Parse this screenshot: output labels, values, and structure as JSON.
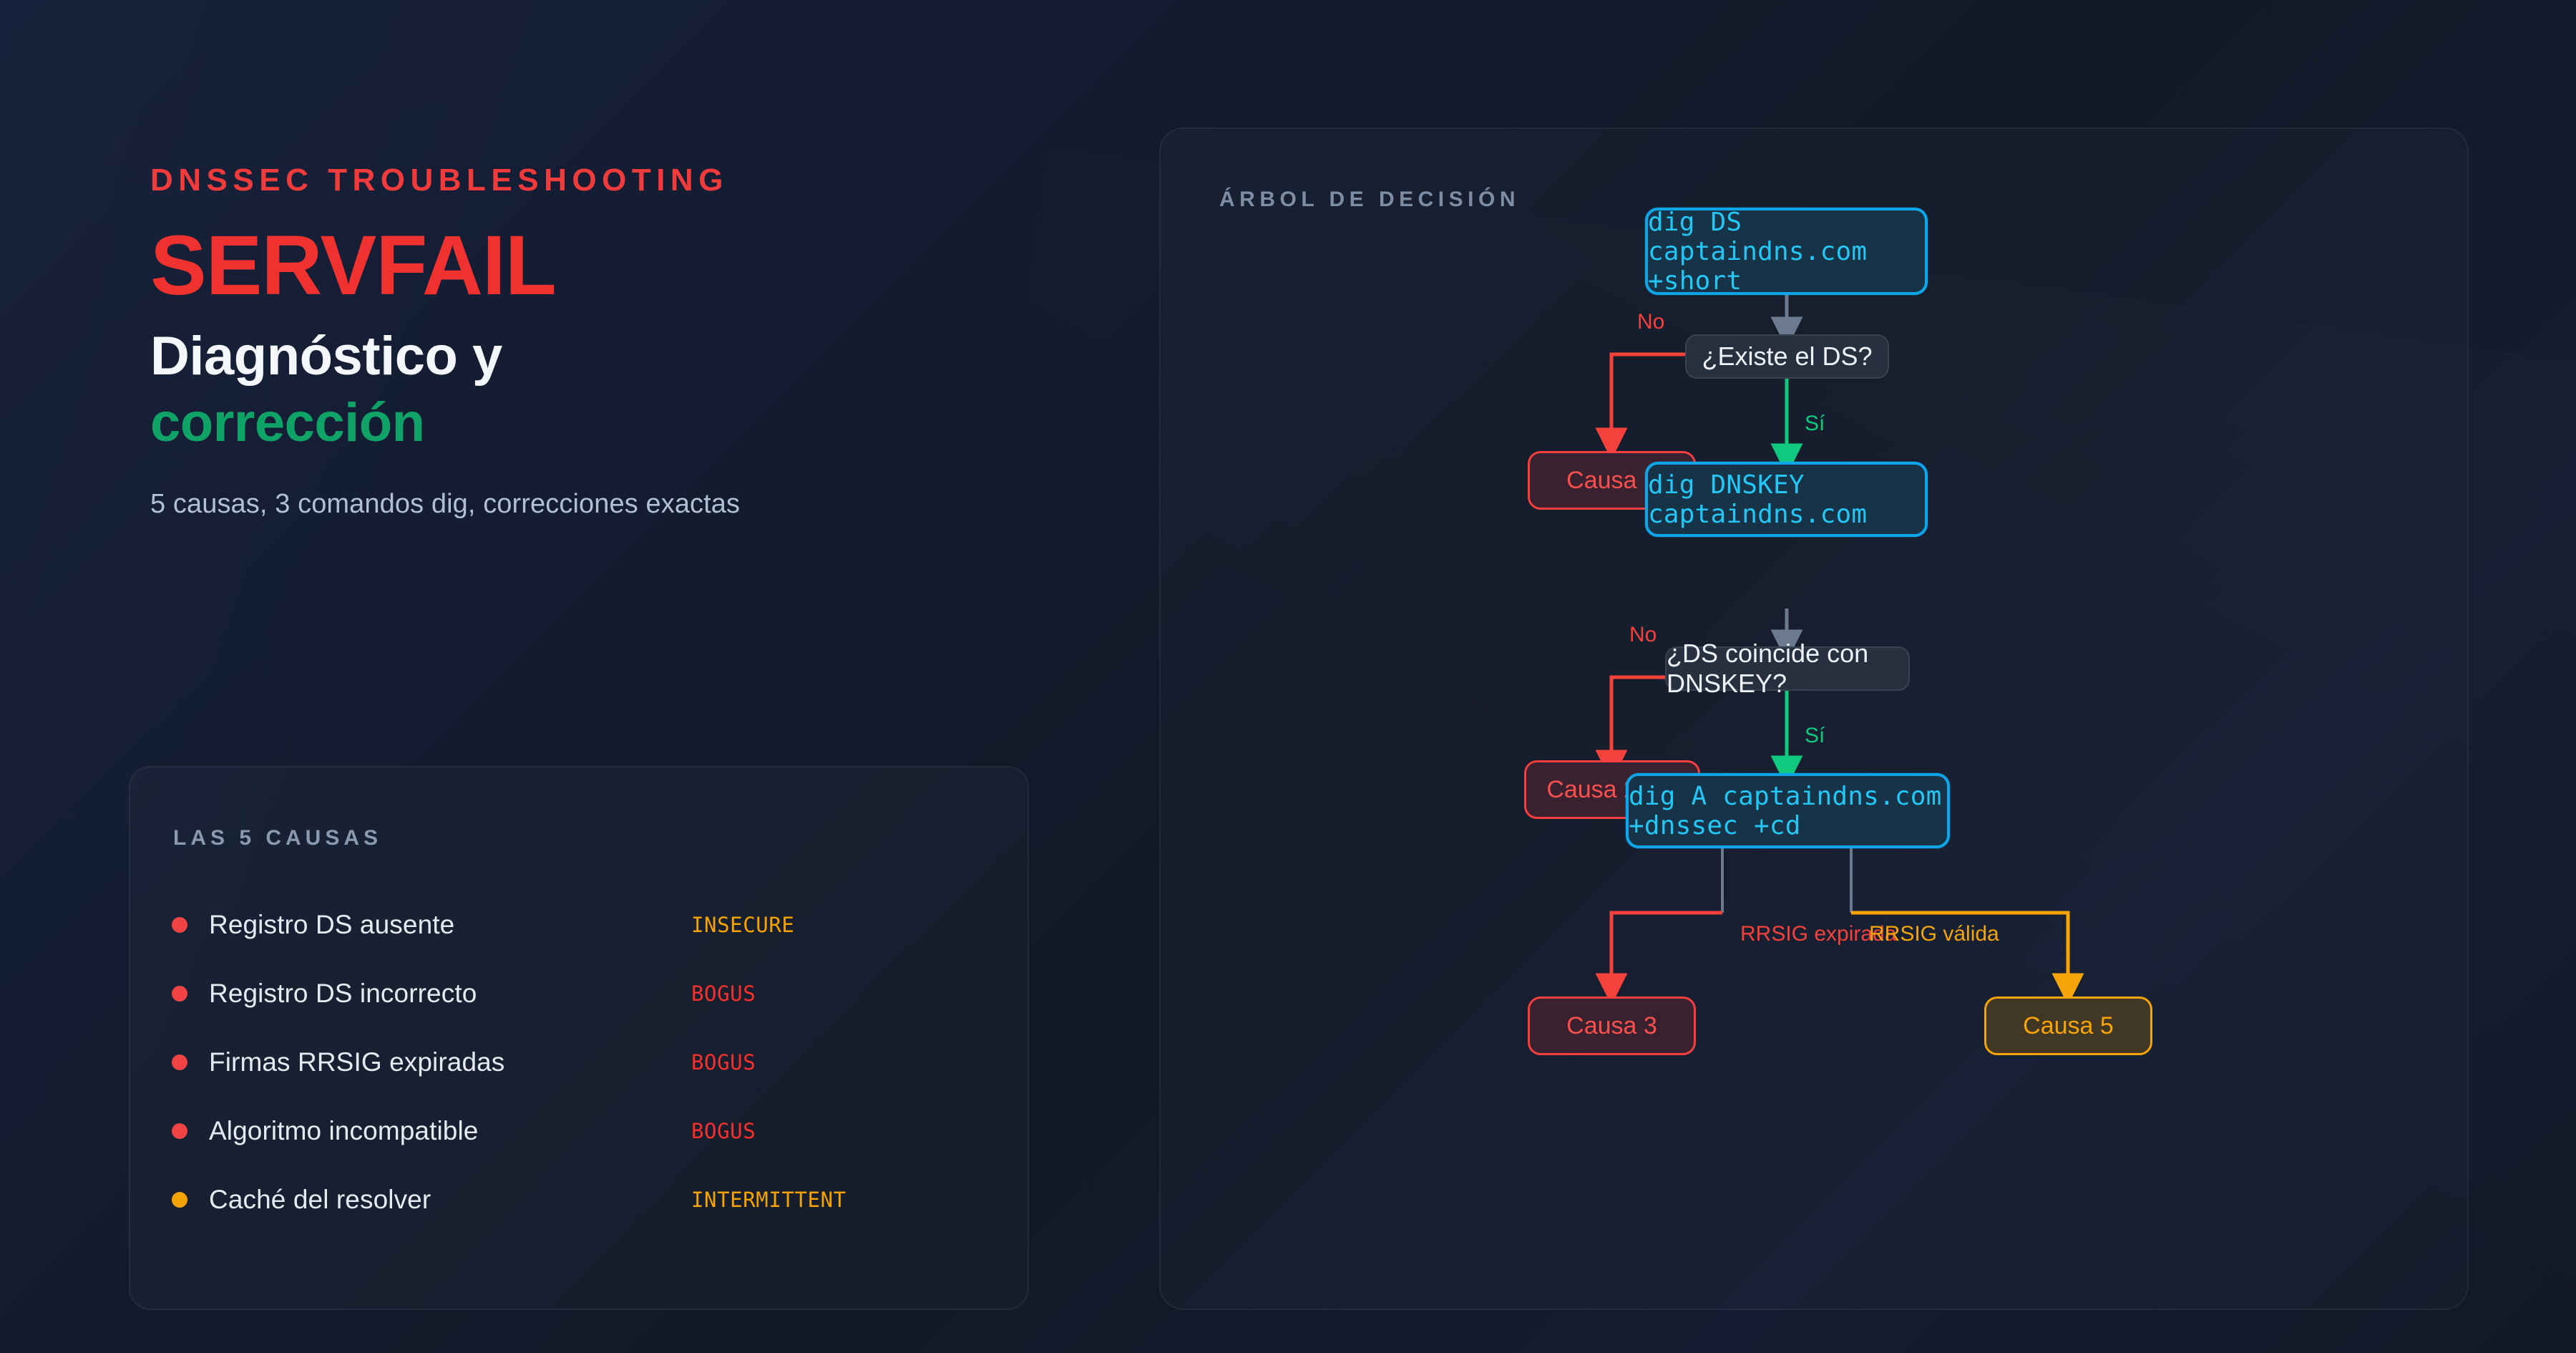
{
  "hero": {
    "eyebrow": "DNSSEC TROUBLESHOOTING",
    "headline": "SERVFAIL",
    "subtitle_line1": "Diagnóstico y",
    "subtitle_line2": "corrección",
    "kicker": "5 causas, 3 comandos dig, correcciones exactas"
  },
  "causes_card": {
    "title": "LAS 5 CAUSAS",
    "items": [
      {
        "label": "Registro DS ausente",
        "badge": "INSECURE",
        "dot": "red",
        "badge_color": "#f5a300"
      },
      {
        "label": "Registro DS incorrecto",
        "badge": "BOGUS",
        "dot": "red",
        "badge_color": "#f4302c"
      },
      {
        "label": "Firmas RRSIG expiradas",
        "badge": "BOGUS",
        "dot": "red",
        "badge_color": "#f4302c"
      },
      {
        "label": "Algoritmo incompatible",
        "badge": "BOGUS",
        "dot": "red",
        "badge_color": "#f4302c"
      },
      {
        "label": "Caché del resolver",
        "badge": "INTERMITTENT",
        "dot": "amber",
        "badge_color": "#f5a300"
      }
    ]
  },
  "decision_tree": {
    "title": "ÁRBOL DE DECISIÓN",
    "nodes": {
      "cmd1": "dig DS captaindns.com +short",
      "q1": "¿Existe el DS?",
      "cause1": "Causa 1",
      "cmd2": "dig DNSKEY captaindns.com",
      "q2": "¿DS coincide con DNSKEY?",
      "cause24": "Causa 2 o 4",
      "cmd3": "dig A captaindns.com +dnssec +cd",
      "cause3": "Causa 3",
      "cause5": "Causa 5"
    },
    "edges": {
      "no1": "No",
      "si1": "Sí",
      "no2": "No",
      "si2": "Sí",
      "rrsig_expirada": "RRSIG expirada",
      "rrsig_valida": "RRSIG válida"
    }
  },
  "colors": {
    "background": "#121a2b",
    "accent_red": "#ef3230",
    "accent_green": "#10a368",
    "accent_cyan": "#24c6f5",
    "accent_amber": "#f5a30a",
    "flow_green": "#10c97f",
    "flow_gray": "#6b7a8f"
  }
}
